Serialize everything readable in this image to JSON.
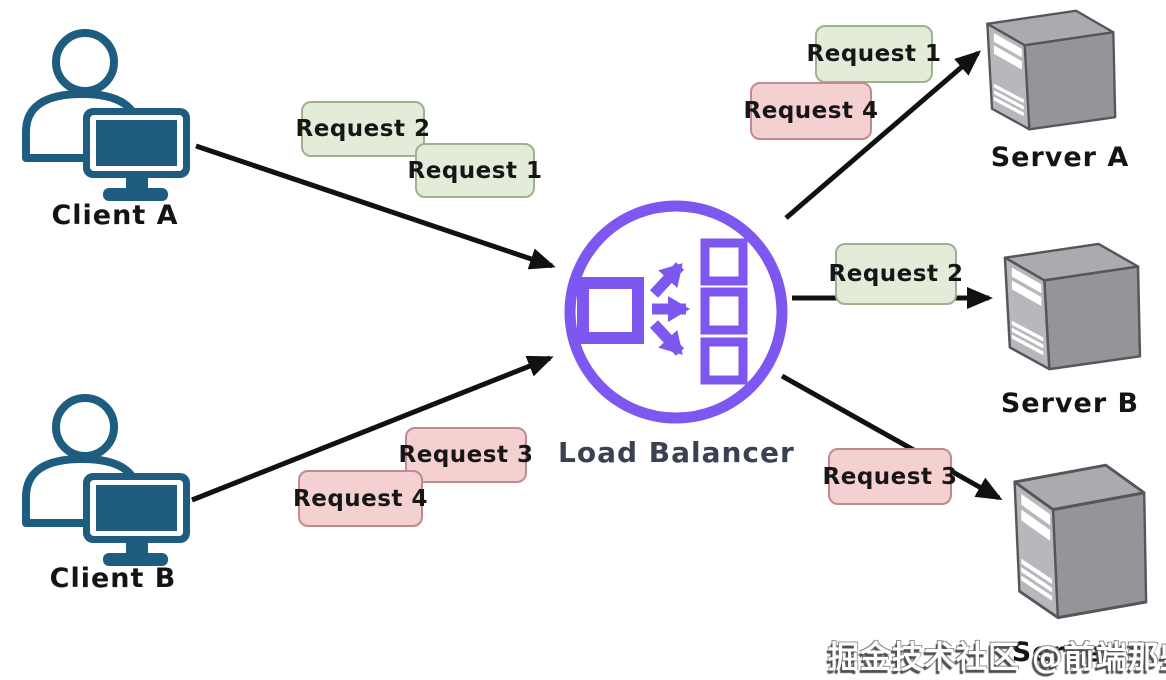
{
  "clients": [
    {
      "label": "Client A"
    },
    {
      "label": "Client B"
    }
  ],
  "load_balancer": {
    "label": "Load Balancer"
  },
  "servers": [
    {
      "label": "Server A"
    },
    {
      "label": "Server B"
    },
    {
      "label": "Server C"
    }
  ],
  "requests": {
    "from_client_a": [
      {
        "label": "Request 2"
      },
      {
        "label": "Request 1"
      }
    ],
    "from_client_b": [
      {
        "label": "Request 3"
      },
      {
        "label": "Request 4"
      }
    ],
    "to_server_a": [
      {
        "label": "Request 1"
      },
      {
        "label": "Request 4"
      }
    ],
    "to_server_b": [
      {
        "label": "Request 2"
      }
    ],
    "to_server_c": [
      {
        "label": "Request 3"
      }
    ]
  },
  "watermark": "掘金技术社区 @前端那些年",
  "colors": {
    "client_icon": "#1e5c80",
    "load_balancer_purple": "#7e57f0",
    "request_green_fill": "#e3ecd9",
    "request_green_border": "#9fb18f",
    "request_pink_fill": "#f4d0d1",
    "request_pink_border": "#c08a92",
    "server_front": "#b6b8bc",
    "server_top": "#a9abaf",
    "server_side": "#939598",
    "arrow_black": "#111111",
    "lb_label_text": "#3a4150"
  }
}
